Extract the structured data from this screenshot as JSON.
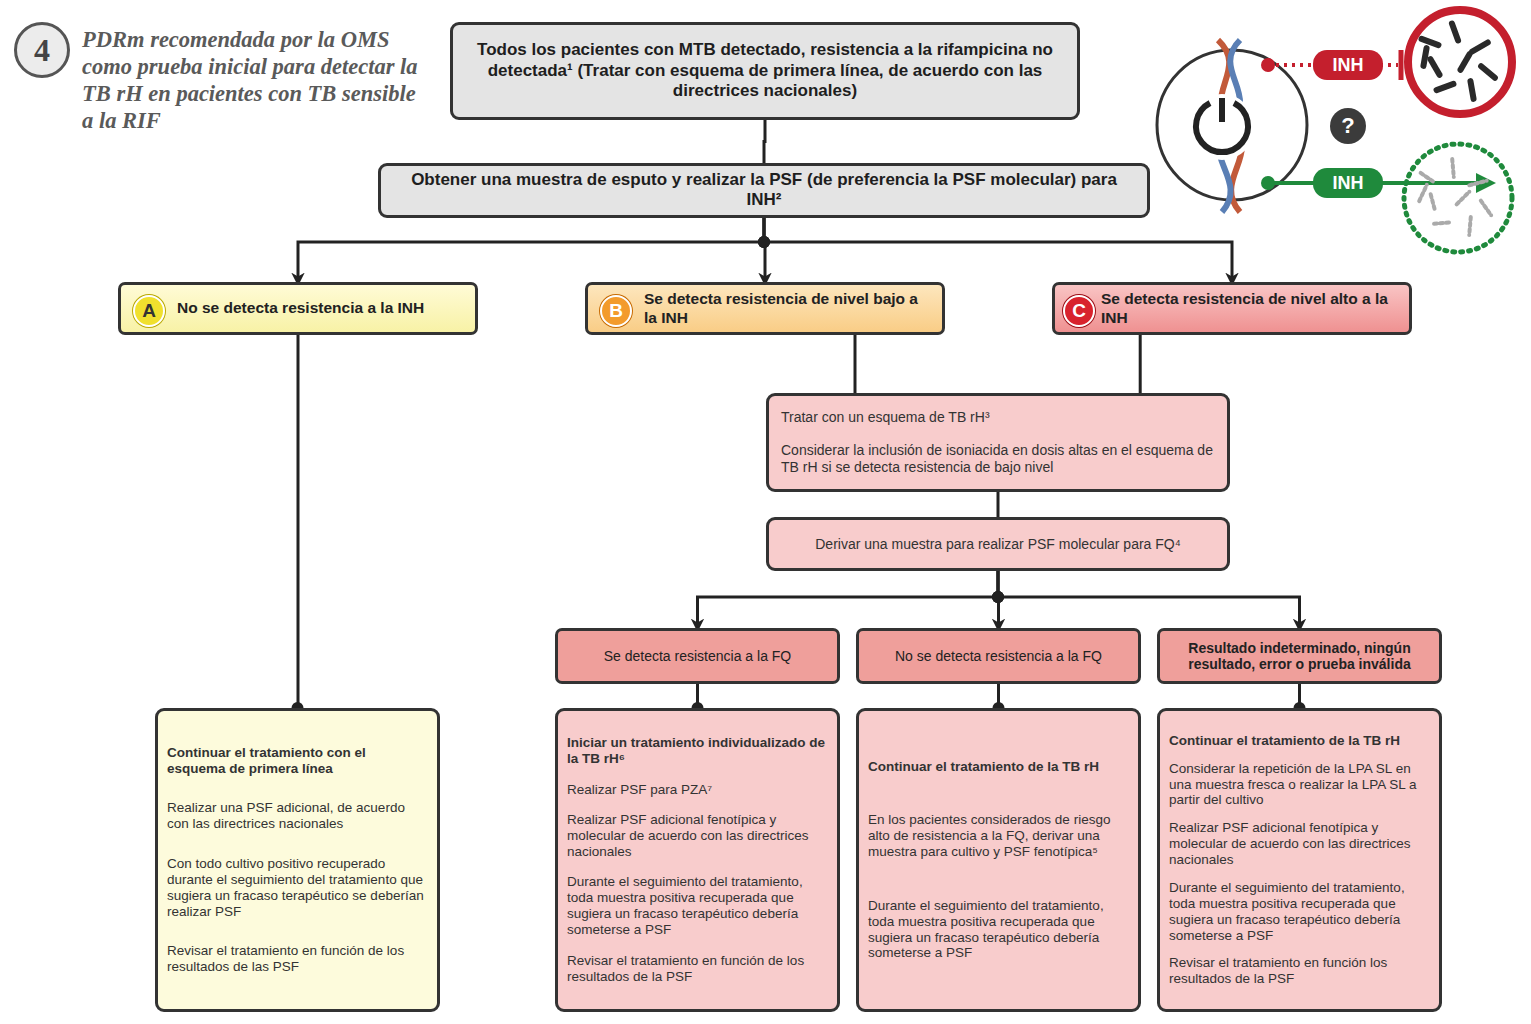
{
  "diagram": {
    "title": "PDRm recomendada por la OMS como prueba inicial para detectar la TB rH en pacientes con TB sensible a la RIF",
    "nodes": [
      {
        "text": [
          "4"
        ]
      },
      {
        "text": [
          "Todos los pacientes con MTB detectado, resistencia a la rifampicina no detectada¹ (Tratar con esquema de primera línea, de acuerdo con las directrices nacionales)"
        ]
      },
      {
        "text": [
          "Obtener una muestra de esputo y realizar la PSF (de preferencia la PSF molecular) para INH²"
        ]
      },
      {
        "text": [
          "No se detecta resistencia a la INH"
        ]
      },
      {
        "text": [
          "A"
        ],
        "in": 3
      },
      {
        "text": [
          "Se detecta resistencia de nivel bajo a la INH"
        ]
      },
      {
        "text": [
          "B"
        ],
        "in": 5
      },
      {
        "text": [
          "Se detecta resistencia de nivel alto a la INH"
        ]
      },
      {
        "text": [
          "C"
        ],
        "in": 7
      },
      {
        "text": [
          "Tratar con un esquema de TB rH³",
          "Considerar la inclusión de isoniacida en dosis altas en el esquema de TB rH si se detecta resistencia de bajo nivel"
        ]
      },
      {
        "text": [
          "Derivar una muestra para realizar PSF molecular para FQ⁴"
        ]
      },
      {
        "text": [
          "Se detecta resistencia a la FQ"
        ]
      },
      {
        "text": [
          "No se detecta resistencia a la FQ"
        ]
      },
      {
        "text": [
          "Resultado indeterminado, ningún resultado, error o prueba inválida"
        ]
      },
      {
        "text": [
          "Continuar el tratamiento con el esquema de primera línea",
          "Realizar una PSF adicional, de acuerdo con las directrices nacionales",
          "Con todo cultivo positivo recuperado durante el seguimiento del tratamiento que sugiera un fracaso terapéutico se deberían realizar PSF",
          "Revisar el tratamiento en función de los resultados de las PSF"
        ]
      },
      {
        "text": [
          "Iniciar un tratamiento individualizado de la TB rH⁶",
          "Realizar PSF para PZA⁷",
          "Realizar PSF adicional fenotípica y molecular de acuerdo con las directrices nacionales",
          "Durante el seguimiento del tratamiento, toda muestra positiva recuperada que sugiera un fracaso terapéutico debería someterse a PSF",
          "Revisar el tratamiento en función de los resultados de la PSF"
        ]
      },
      {
        "text": [
          "Continuar el tratamiento de la TB rH",
          "En los pacientes considerados de riesgo alto de resistencia a la FQ, derivar una muestra para cultivo y PSF fenotípica⁵",
          "Durante el seguimiento del tratamiento, toda muestra positiva recuperada que sugiera un fracaso terapéutico debería someterse a PSF"
        ]
      },
      {
        "text": [
          "Continuar el tratamiento de la TB rH",
          "Considerar la repetición de la LPA SL en una muestra fresca o realizar la LPA SL a partir del cultivo",
          "Realizar PSF adicional fenotípica y molecular de acuerdo con las directrices nacionales",
          "Durante el seguimiento del tratamiento, toda muestra positiva recuperada que sugiera un fracaso terapéutico debería someterse a PSF",
          "Revisar el tratamiento en función los resultados de la PSF"
        ]
      },
      {
        "text": [
          "INH"
        ]
      },
      {
        "text": [
          "?"
        ]
      },
      {
        "text": [
          "INH"
        ]
      }
    ],
    "edges": [
      {
        "from": 1,
        "to": 2,
        "arrow": "none"
      },
      {
        "from": 2,
        "to": 3,
        "arrow": "to"
      },
      {
        "from": 2,
        "to": 5,
        "arrow": "to"
      },
      {
        "from": 2,
        "to": 7,
        "arrow": "to"
      },
      {
        "from": 5,
        "to": 9,
        "arrow": "none"
      },
      {
        "from": 7,
        "to": 9,
        "arrow": "none"
      },
      {
        "from": 9,
        "to": 10,
        "arrow": "none"
      },
      {
        "from": 10,
        "to": 11,
        "arrow": "to"
      },
      {
        "from": 10,
        "to": 12,
        "arrow": "to"
      },
      {
        "from": 10,
        "to": 13,
        "arrow": "to"
      },
      {
        "from": 3,
        "to": 14,
        "arrow": "none"
      },
      {
        "from": 11,
        "to": 15,
        "arrow": "none"
      },
      {
        "from": 12,
        "to": 16,
        "arrow": "none"
      },
      {
        "from": 13,
        "to": 17,
        "arrow": "none"
      }
    ]
  }
}
